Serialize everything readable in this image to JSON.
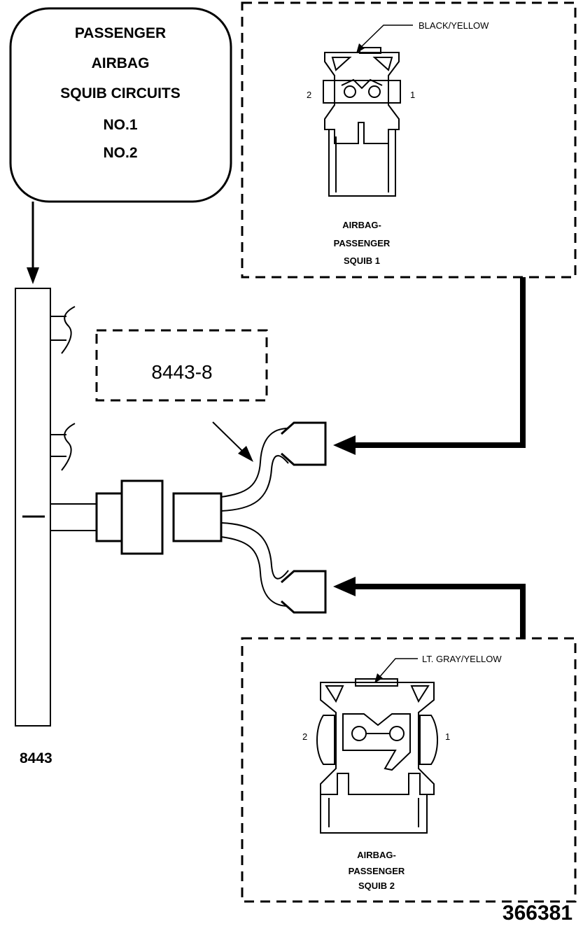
{
  "title_box": {
    "lines": [
      "PASSENGER",
      "AIRBAG",
      "SQUIB CIRCUITS",
      "NO.1",
      "NO.2"
    ]
  },
  "connector1": {
    "wire_color": "BLACK/YELLOW",
    "pin_left": "2",
    "pin_right": "1",
    "name_lines": [
      "AIRBAG-",
      "PASSENGER",
      "SQUIB 1"
    ]
  },
  "connector2": {
    "wire_color": "LT. GRAY/YELLOW",
    "pin_left": "2",
    "pin_right": "1",
    "name_lines": [
      "AIRBAG-",
      "PASSENGER",
      "SQUIB 2"
    ]
  },
  "harness_label": "8443-8",
  "harness_id": "8443",
  "figure_number": "366381"
}
